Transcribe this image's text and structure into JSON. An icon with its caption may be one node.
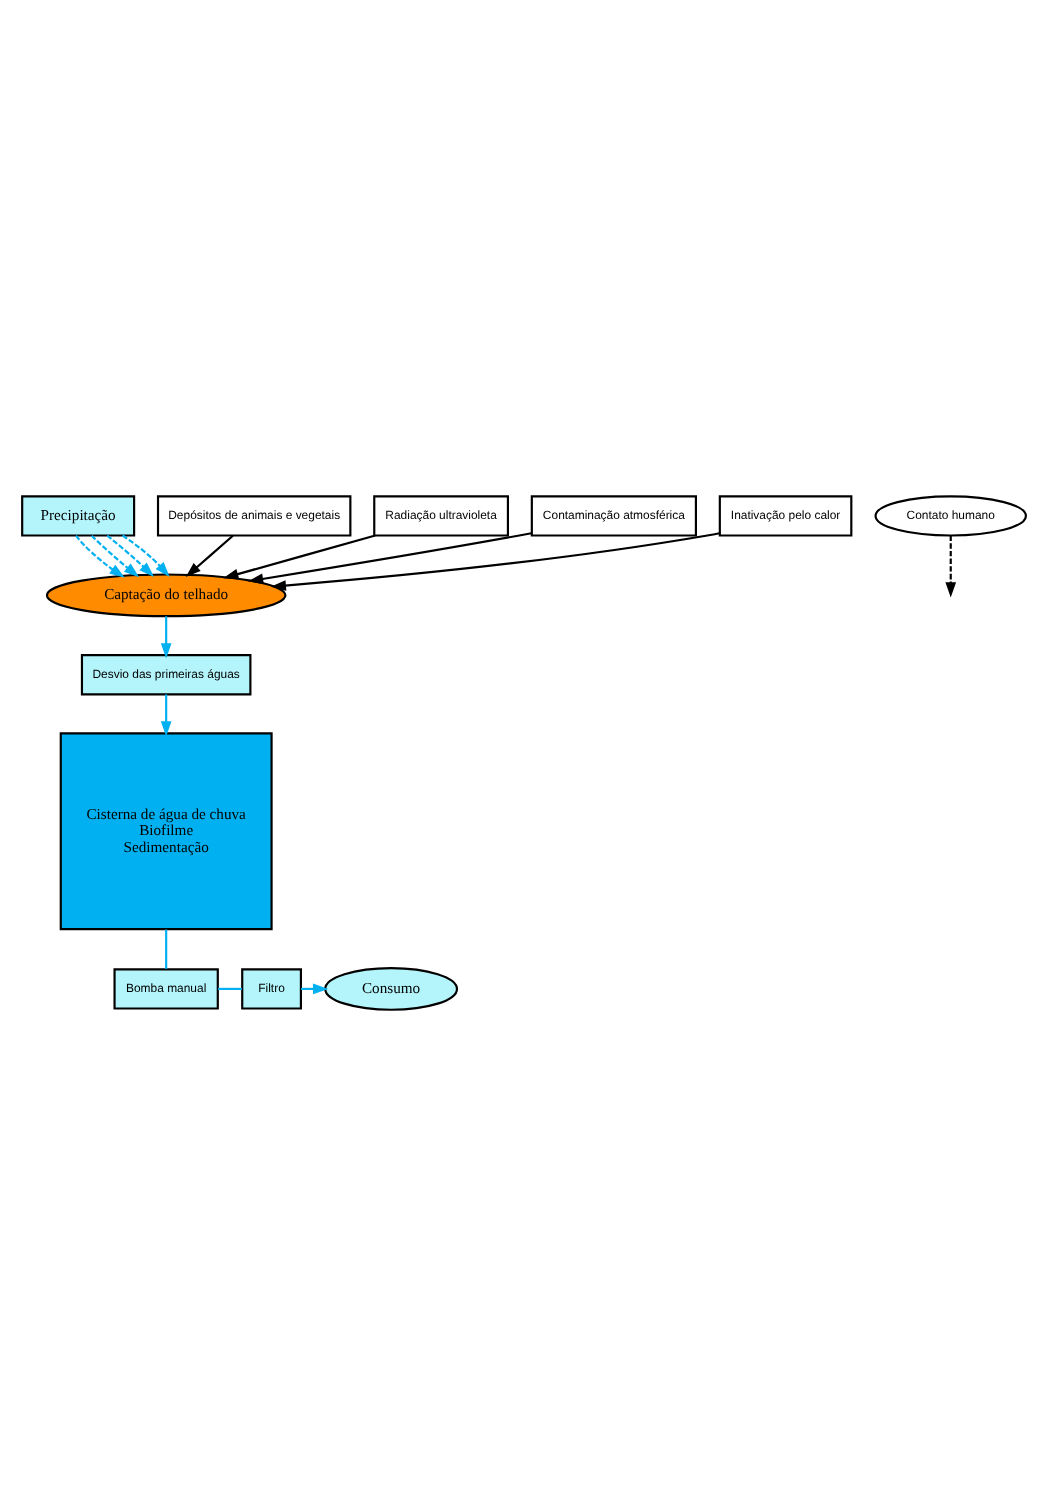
{
  "diagram": {
    "nodes": [
      {
        "text": [
          "Precipitação"
        ]
      },
      {
        "text": [
          "Depósitos de animais e vegetais"
        ]
      },
      {
        "text": [
          "Radiação ultravioleta"
        ]
      },
      {
        "text": [
          "Contaminação atmosférica"
        ]
      },
      {
        "text": [
          "Inativação pelo calor"
        ]
      },
      {
        "text": [
          "Captação do telhado"
        ]
      },
      {
        "text": [
          "Desvio das primeiras águas"
        ]
      },
      {
        "text": [
          "Cisterna de água de chuva",
          "Biofilme",
          "Sedimentação"
        ]
      },
      {
        "text": [
          "Contato humano"
        ]
      },
      {
        "text": [
          "Consumo"
        ]
      },
      {
        "text": [
          "Bomba manual"
        ]
      },
      {
        "text": [
          "Filtro"
        ]
      }
    ],
    "edges": [
      {
        "from": 0,
        "to": 5,
        "arrow": "to",
        "style": "dashed"
      },
      {
        "from": 0,
        "to": 5,
        "arrow": "to",
        "style": "dashed"
      },
      {
        "from": 0,
        "to": 5,
        "arrow": "to",
        "style": "dashed"
      },
      {
        "from": 0,
        "to": 5,
        "arrow": "to",
        "style": "dashed"
      },
      {
        "from": 1,
        "to": 5,
        "arrow": "to",
        "color": "#000000"
      },
      {
        "from": 2,
        "to": 5,
        "arrow": "to",
        "color": "#000000"
      },
      {
        "from": 3,
        "to": 5,
        "arrow": "to",
        "color": "#000000"
      },
      {
        "from": 4,
        "to": 5,
        "arrow": "to",
        "color": "#000000"
      },
      {
        "from": 5,
        "to": 6,
        "arrow": "to"
      },
      {
        "from": 6,
        "to": 7,
        "arrow": "to"
      },
      {
        "from": 7,
        "to": 10,
        "arrow": "none"
      },
      {
        "from": 10,
        "to": 11,
        "arrow": "none"
      },
      {
        "from": 11,
        "to": 9,
        "arrow": "to"
      },
      {
        "from": 8,
        "to": null,
        "arrow": "to",
        "style": "dashed",
        "color": "#000000"
      }
    ]
  }
}
